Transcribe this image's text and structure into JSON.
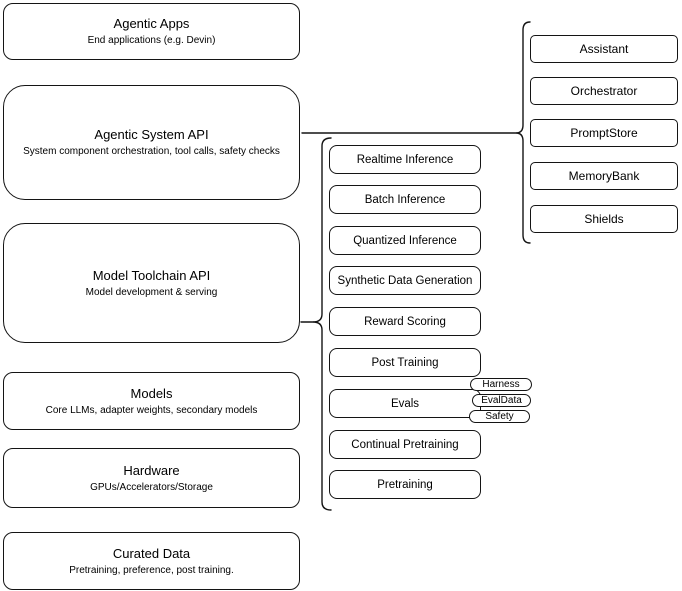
{
  "stack": {
    "left_boxes": [
      {
        "title": "Agentic Apps",
        "subtitle": "End applications (e.g. Devin)"
      },
      {
        "title": "Agentic System API",
        "subtitle": "System component orchestration, tool calls, safety checks"
      },
      {
        "title": "Model Toolchain API",
        "subtitle": "Model development & serving"
      },
      {
        "title": "Models",
        "subtitle": "Core LLMs, adapter weights, secondary models"
      },
      {
        "title": "Hardware",
        "subtitle": "GPUs/Accelerators/Storage"
      },
      {
        "title": "Curated Data",
        "subtitle": "Pretraining, preference, post training."
      }
    ],
    "toolchain_items": [
      "Realtime Inference",
      "Batch Inference",
      "Quantized Inference",
      "Synthetic Data Generation",
      "Reward Scoring",
      "Post Training",
      "Evals",
      "Continual Pretraining",
      "Pretraining"
    ],
    "eval_tags": [
      "Harness",
      "EvalData",
      "Safety"
    ],
    "system_components": [
      "Assistant",
      "Orchestrator",
      "PromptStore",
      "MemoryBank",
      "Shields"
    ],
    "colors": {
      "stroke": "#141414",
      "fill": "#ffffff",
      "text": "#000000"
    }
  }
}
